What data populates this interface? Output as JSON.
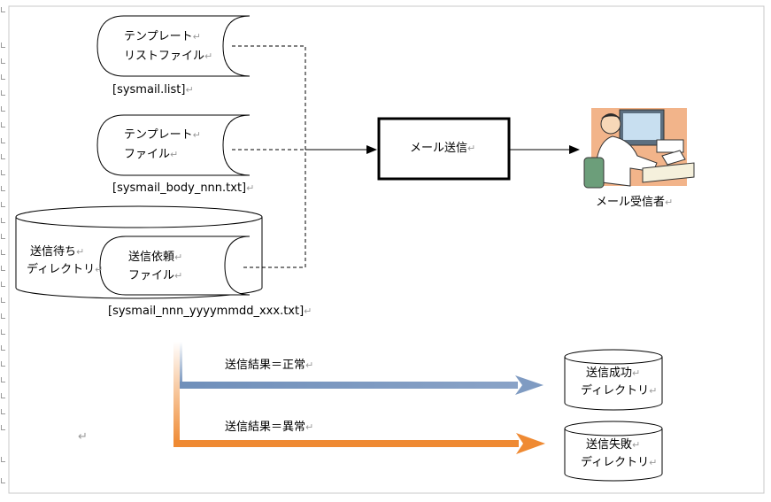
{
  "template_list": {
    "line1": "テンプレート",
    "line2": "リストファイル",
    "caption": "[sysmail.list]"
  },
  "template_file": {
    "line1": "テンプレート",
    "line2": "ファイル",
    "caption": "[sysmail_body_nnn.txt]"
  },
  "queue_dir": {
    "line1": "送信待ち",
    "line2": "ディレクトリ",
    "request_line1": "送信依頼",
    "request_line2": "ファイル",
    "caption": "[sysmail_nnn_yyyymmdd_xxx.txt]"
  },
  "send_box": {
    "label": "メール送信"
  },
  "recipient": {
    "label": "メール受信者"
  },
  "result_ok": {
    "label": "送信結果＝正常"
  },
  "result_ng": {
    "label": "送信結果＝異常"
  },
  "success_dir": {
    "line1": "送信成功",
    "line2": "ディレクトリ"
  },
  "fail_dir": {
    "line1": "送信失敗",
    "line2": "ディレクトリ"
  },
  "para_mark": "↵",
  "colors": {
    "ok_arrow": "#6f8fba",
    "ng_arrow": "#ef8a33",
    "line": "#000000",
    "frame": "#c8c8c8"
  }
}
